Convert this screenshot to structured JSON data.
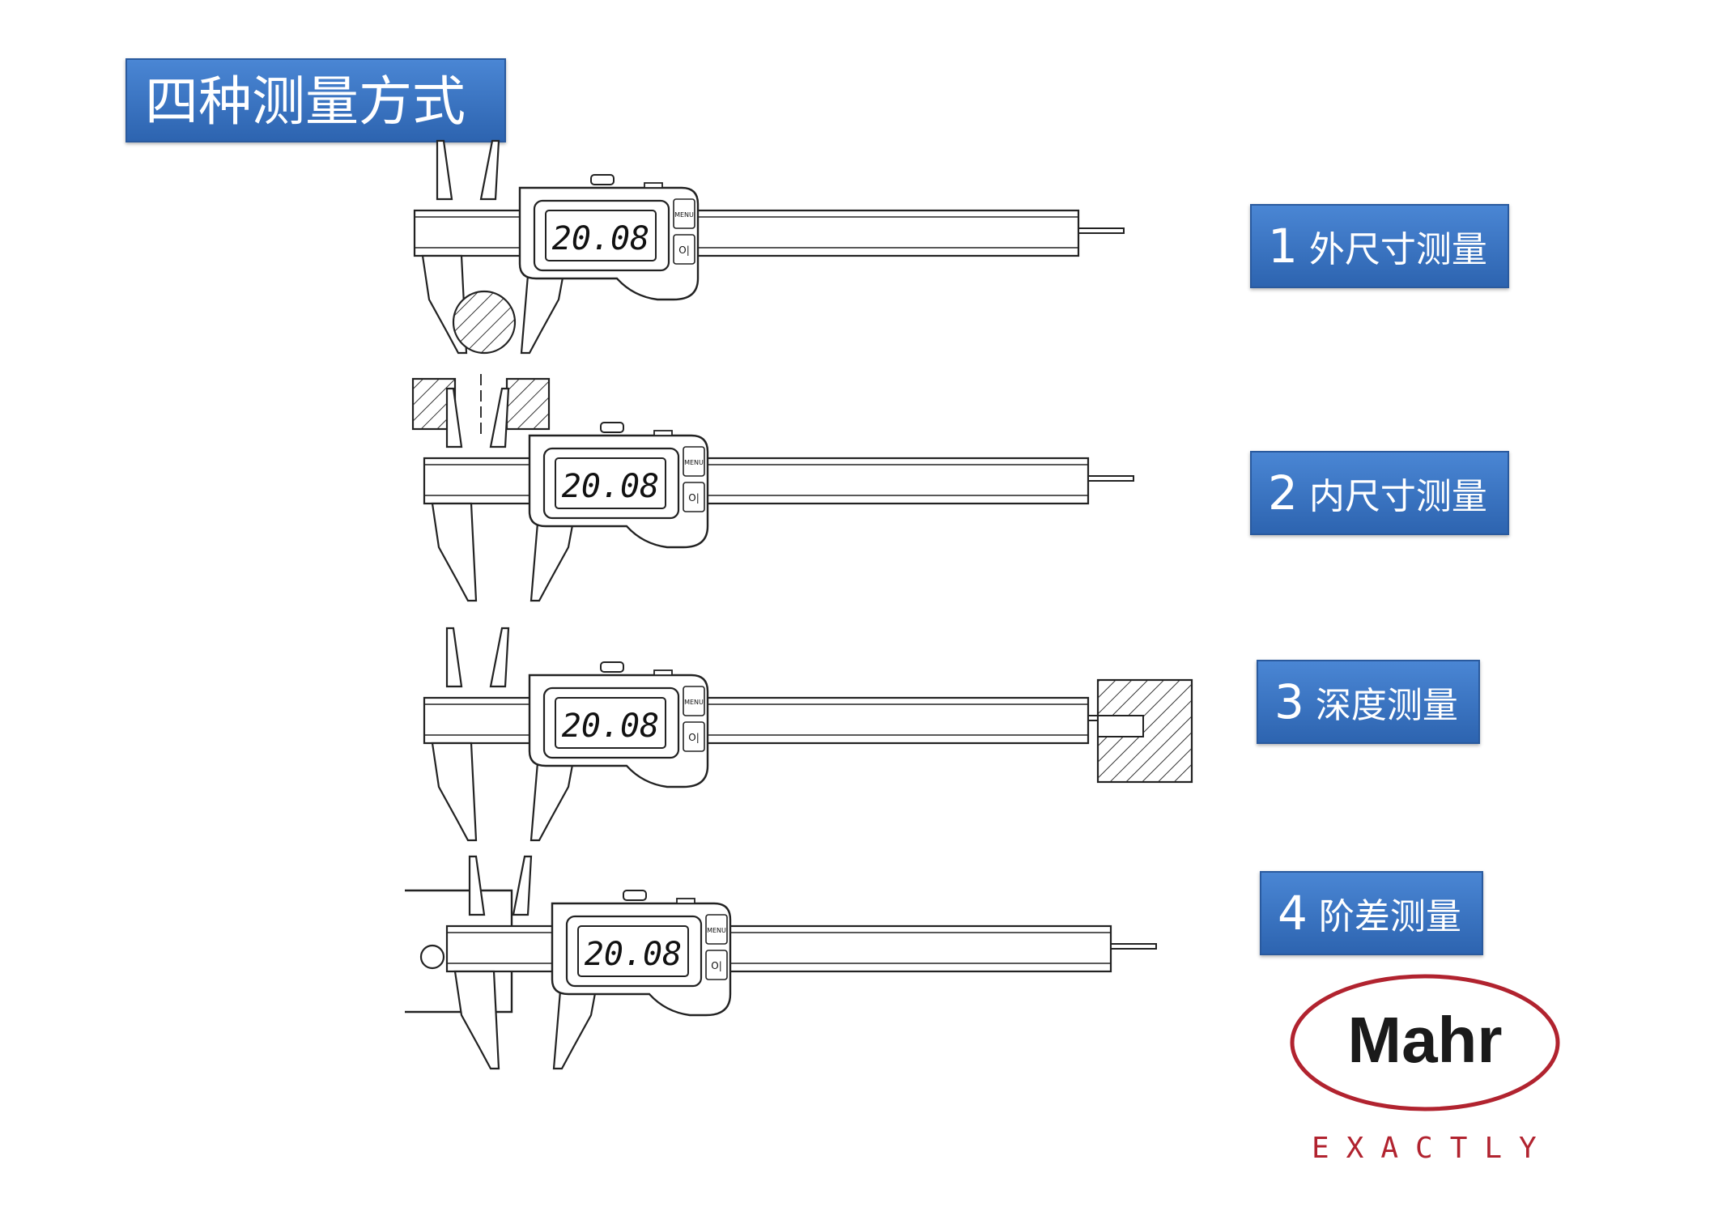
{
  "title": "四种测量方式",
  "display_reading": "20.08",
  "menu_label": "MENU",
  "power_label": "O|",
  "methods": [
    {
      "num": "1",
      "label": "外尺寸测量"
    },
    {
      "num": "2",
      "label": "内尺寸测量"
    },
    {
      "num": "3",
      "label": "深度测量"
    },
    {
      "num": "4",
      "label": "阶差测量"
    }
  ],
  "logo": {
    "brand": "Mahr",
    "tagline": "EXACTLY",
    "color": "#b1232f"
  },
  "accent_color": "#3a74c4"
}
